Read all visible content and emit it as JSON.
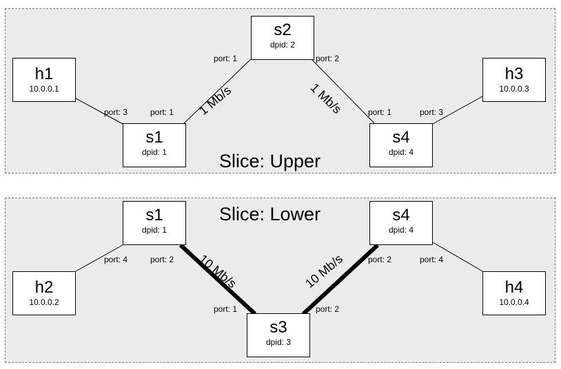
{
  "slices": {
    "upper": {
      "label": "Slice: Upper",
      "switches": {
        "s1": {
          "name": "s1",
          "dpid": "dpid: 1"
        },
        "s2": {
          "name": "s2",
          "dpid": "dpid: 2"
        },
        "s4": {
          "name": "s4",
          "dpid": "dpid: 4"
        }
      },
      "hosts": {
        "h1": {
          "name": "h1",
          "ip": "10.0.0.1"
        },
        "h3": {
          "name": "h3",
          "ip": "10.0.0.3"
        }
      },
      "ports": {
        "h1_s1": "port: 3",
        "s1_s2": "port: 1",
        "s2_s1": "port: 1",
        "s2_s4": "port: 2",
        "s4_s2": "port: 1",
        "s4_h3": "port: 3"
      },
      "links": {
        "s1_s2": "1 Mb/s",
        "s2_s4": "1 Mb/s"
      }
    },
    "lower": {
      "label": "Slice: Lower",
      "switches": {
        "s1": {
          "name": "s1",
          "dpid": "dpid: 1"
        },
        "s3": {
          "name": "s3",
          "dpid": "dpid: 3"
        },
        "s4": {
          "name": "s4",
          "dpid": "dpid: 4"
        }
      },
      "hosts": {
        "h2": {
          "name": "h2",
          "ip": "10.0.0.2"
        },
        "h4": {
          "name": "h4",
          "ip": "10.0.0.4"
        }
      },
      "ports": {
        "s1_h2": "port: 4",
        "s1_s3": "port: 2",
        "s3_s1": "port: 1",
        "s3_s4": "port: 2",
        "s4_s3": "port: 2",
        "s4_h4": "port: 4"
      },
      "links": {
        "s1_s3": "10 Mb/s",
        "s3_s4": "10 Mb/s"
      }
    }
  },
  "colors": {
    "slice_background": "#ebebeb",
    "node_background": "#ffffff",
    "line": "#000000"
  }
}
